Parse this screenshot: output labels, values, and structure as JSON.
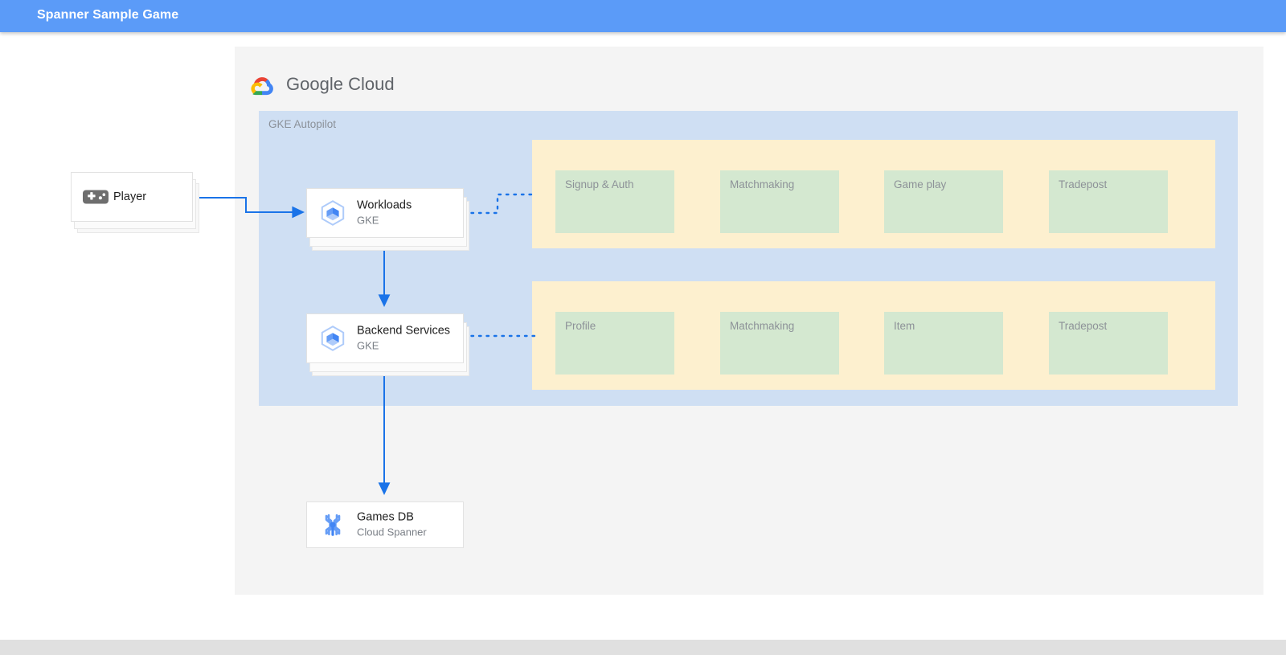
{
  "appbar": {
    "title": "Spanner Sample Game",
    "background": "#5b9bf8",
    "text_color": "#ffffff"
  },
  "brand": {
    "logo_icon": "google-cloud-logo-icon",
    "word_google": "Google",
    "word_cloud": "Cloud"
  },
  "diagram": {
    "panel_background": "#f4f4f4",
    "zone": {
      "label": "GKE Autopilot",
      "background": "#cfdff3"
    },
    "group_background": "#fdf0cf",
    "service_background": "#d4e8d0",
    "edge_color": "#1a73e8",
    "service_groups": [
      {
        "name": "workloads-services",
        "services": [
          "Signup & Auth",
          "Matchmaking",
          "Game play",
          "Tradepost"
        ]
      },
      {
        "name": "backend-services",
        "services": [
          "Profile",
          "Matchmaking",
          "Item",
          "Tradepost"
        ]
      }
    ],
    "nodes": {
      "player": {
        "title": "Player",
        "icon": "gamepad-icon"
      },
      "workloads": {
        "title": "Workloads",
        "subtitle": "GKE",
        "icon": "gke-icon"
      },
      "backend_services": {
        "title": "Backend Services",
        "subtitle": "GKE",
        "icon": "gke-icon"
      },
      "games_db": {
        "title": "Games DB",
        "subtitle": "Cloud Spanner",
        "icon": "cloud-spanner-icon"
      }
    }
  }
}
